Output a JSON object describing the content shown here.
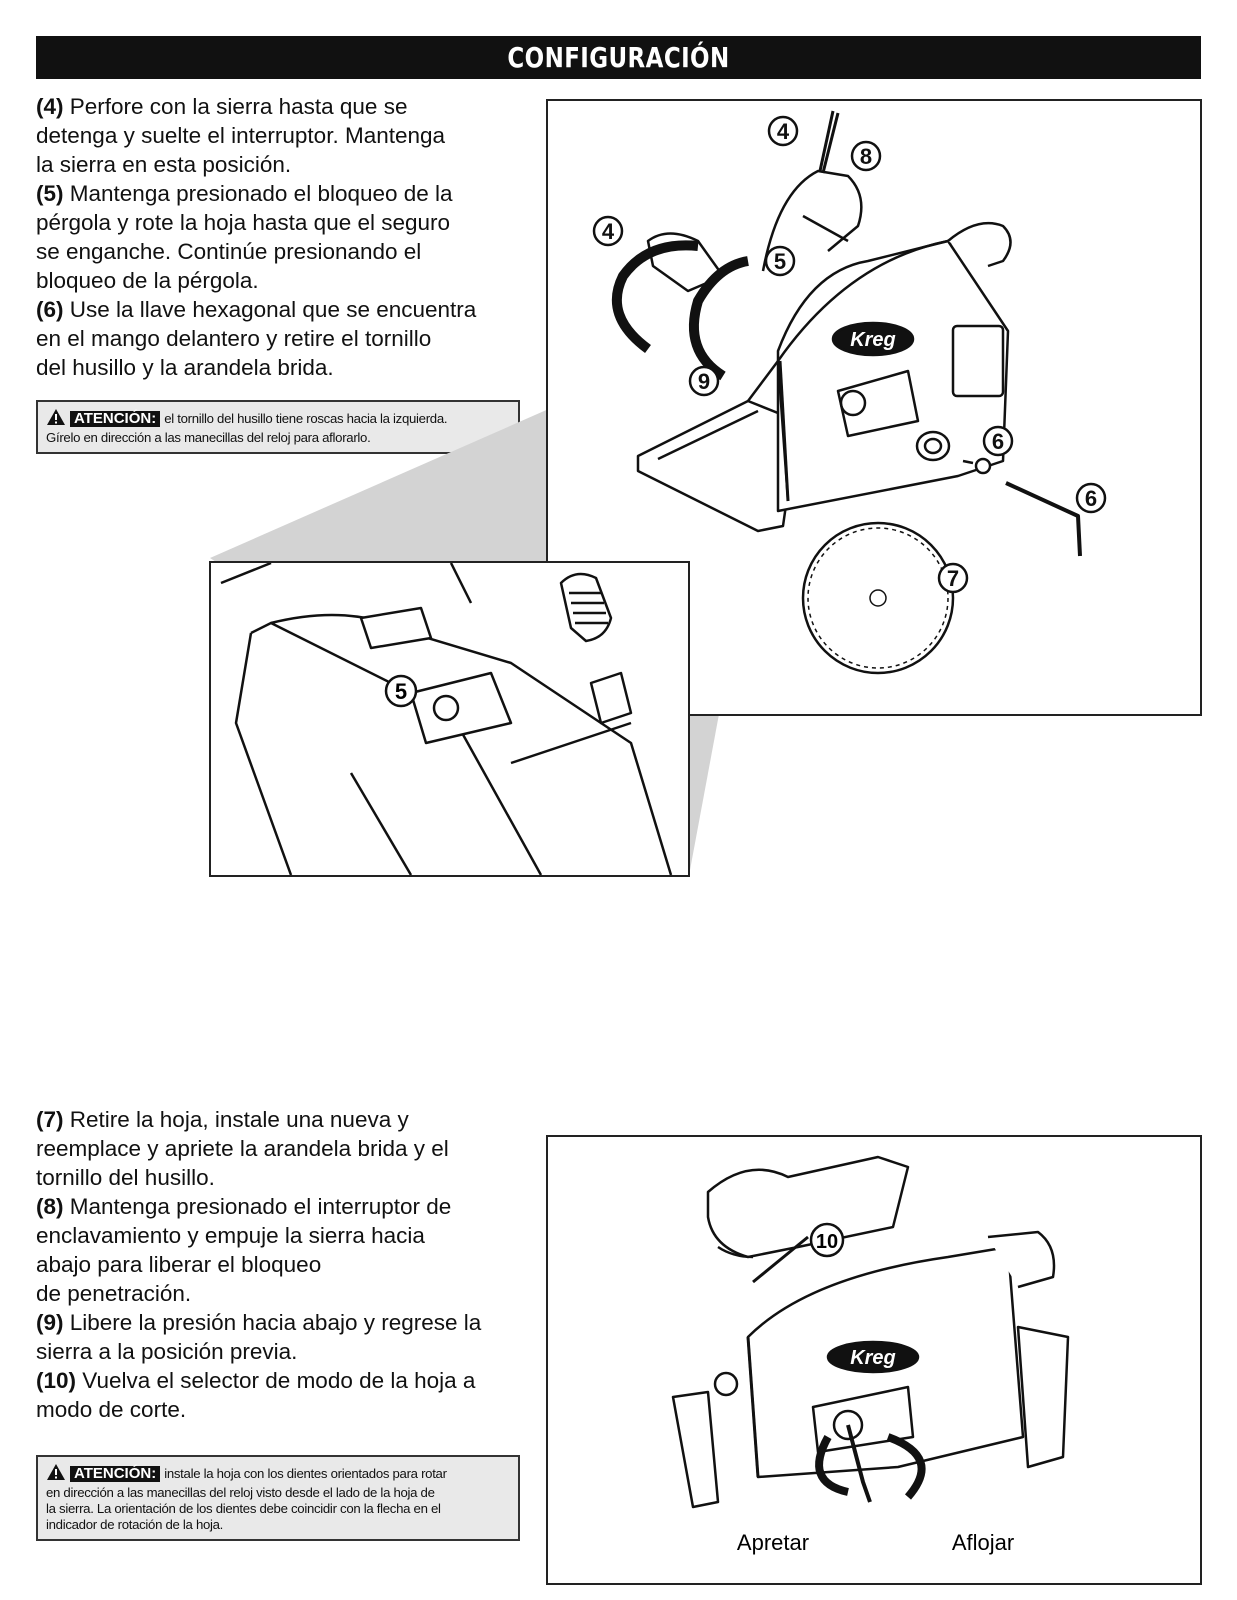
{
  "header": {
    "title": "CONFIGURACIÓN"
  },
  "steps_top": [
    {
      "num": "(4)",
      "lines": [
        "Perfore con la sierra hasta que se",
        "detenga y suelte el interruptor. Mantenga",
        "la sierra en esta posición."
      ]
    },
    {
      "num": "(5)",
      "lines": [
        "Mantenga presionado el bloqueo de la",
        "pérgola y rote la hoja hasta que el seguro",
        "se enganche. Continúe presionando el",
        "bloqueo de la pérgola."
      ]
    },
    {
      "num": "(6)",
      "lines": [
        "Use la llave hexagonal que se encuentra",
        "en el mango delantero y retire el tornillo",
        "del husillo y la arandela brida."
      ]
    }
  ],
  "warning_top": {
    "label": "ATENCIÓN:",
    "lines": [
      "el tornillo del husillo tiene roscas hacia la izquierda.",
      "Gírelo en dirección a las manecillas del reloj para aflorarlo."
    ]
  },
  "steps_bottom": [
    {
      "num": "(7)",
      "lines": [
        "Retire la hoja, instale una nueva y",
        "reemplace y apriete la arandela brida y el",
        "tornillo del husillo."
      ]
    },
    {
      "num": "(8)",
      "lines": [
        "Mantenga presionado el interruptor de",
        "enclavamiento y empuje la sierra hacia",
        "abajo para liberar el bloqueo",
        "de penetración."
      ]
    },
    {
      "num": "(9)",
      "lines": [
        "Libere la presión hacia abajo y regrese la",
        "sierra a la posición previa."
      ]
    },
    {
      "num": "(10)",
      "lines": [
        "Vuelva el selector de modo de la hoja a",
        "modo de corte."
      ]
    }
  ],
  "warning_bottom": {
    "label": "ATENCIÓN:",
    "lines": [
      "instale la hoja con los dientes orientados para rotar",
      "en dirección a las manecillas del reloj visto desde el lado de la hoja de",
      "la sierra. La orientación de los dientes debe coincidir con la flecha en el",
      "indicador de rotación de la hoja."
    ]
  },
  "figure_top": {
    "callouts": [
      "4",
      "8",
      "4",
      "5",
      "9",
      "6",
      "6",
      "7"
    ],
    "brand": "Kreg"
  },
  "figure_zoom": {
    "callouts": [
      "5"
    ]
  },
  "figure_bottom": {
    "callouts": [
      "10"
    ],
    "brand": "Kreg",
    "label_tighten": "Apretar",
    "label_loosen": "Aflojar"
  }
}
